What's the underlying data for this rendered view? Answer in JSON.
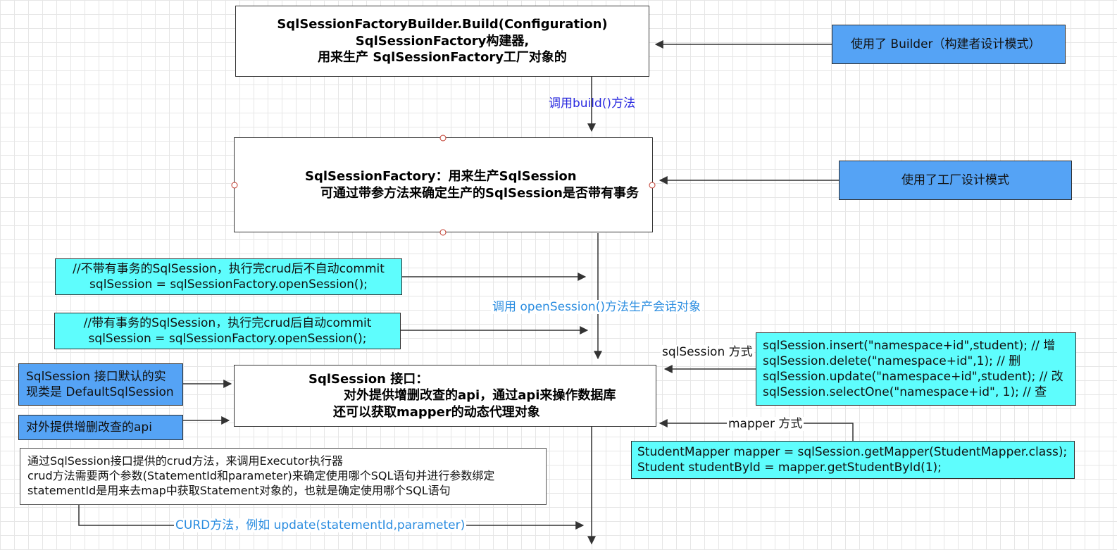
{
  "builder_box": {
    "lines": [
      "SqlSessionFactoryBuilder.Build(Configuration)",
      "SqlSessionFactory构建器,",
      "用来生产 SqlSessionFactory工厂对象的"
    ]
  },
  "builder_note": "使用了 Builder（构建者设计模式）",
  "build_call_label": "调用build()方法",
  "factory_box": {
    "lines": [
      "SqlSessionFactory：用来生产SqlSession",
      "可通过带参方法来确定生产的SqlSession是否带有事务"
    ]
  },
  "factory_note": "使用了工厂设计模式",
  "no_tx_note": {
    "lines": [
      "//不带有事务的SqlSession，执行完crud后不自动commit",
      "sqlSession = sqlSessionFactory.openSession();"
    ]
  },
  "open_session_label": "调用 openSession()方法生产会话对象",
  "tx_note": {
    "lines": [
      "//带有事务的SqlSession，执行完crud后自动commit",
      "sqlSession = sqlSessionFactory.openSession();"
    ]
  },
  "session_box": {
    "lines": [
      "SqlSession 接口：",
      "对外提供增删改查的api，通过api来操作数据库",
      "还可以获取mapper的动态代理对象"
    ]
  },
  "default_impl_note": {
    "lines": [
      "SqlSession 接口默认的实",
      "现类是 DefaultSqlSession"
    ]
  },
  "api_note": "对外提供增删改查的api",
  "session_way_label": "sqlSession 方式",
  "crud_code": {
    "lines": [
      "sqlSession.insert(\"namespace+id\",student);    // 增",
      "sqlSession.delete(\"namespace+id\",1);              // 删",
      "sqlSession.update(\"namespace+id\",student); // 改",
      "sqlSession.selectOne(\"namespace+id\", 1);     // 查"
    ]
  },
  "mapper_way_label": "mapper 方式",
  "mapper_code": {
    "lines": [
      "StudentMapper mapper = sqlSession.getMapper(StudentMapper.class);",
      "Student studentById = mapper.getStudentById(1);"
    ]
  },
  "executor_note": {
    "lines": [
      "通过SqlSession接口提供的crud方法，来调用Executor执行器",
      "crud方法需要两个参数(StatementId和parameter)来确定使用哪个SQL语句并进行参数绑定",
      "statementId是用来去map中获取Statement对象的，也就是确定使用哪个SQL语句"
    ]
  },
  "curd_label": "CURD方法，例如 update(statementId,parameter)",
  "colors": {
    "blue_note": "#55a3f5",
    "cyan_note": "#5efdfd",
    "call_label_blue": "#2a2ae0",
    "label_light_blue": "#2b8de0"
  }
}
